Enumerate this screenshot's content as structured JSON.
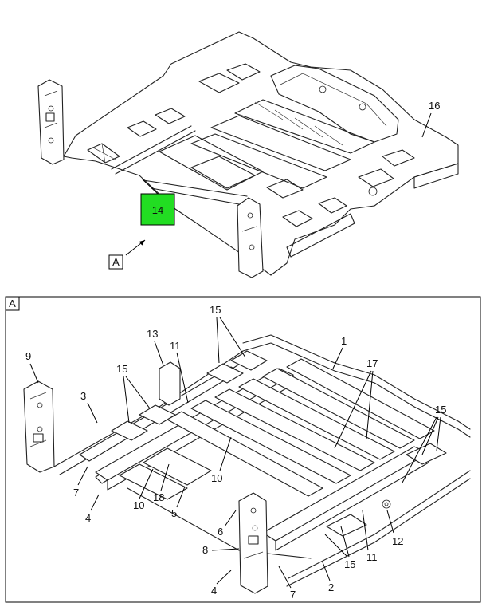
{
  "colors": {
    "highlight": "#22dd22",
    "line": "#222222",
    "frame": "#000000"
  },
  "top_view": {
    "view_ref": "A",
    "highlighted_callout": "14",
    "callouts": [
      "16"
    ]
  },
  "detail_view": {
    "frame_label": "A",
    "callouts": {
      "c1": "1",
      "c2": "2",
      "c3": "3",
      "c4a": "4",
      "c4b": "4",
      "c5": "5",
      "c6": "6",
      "c7a": "7",
      "c7b": "7",
      "c8": "8",
      "c9": "9",
      "c10a": "10",
      "c10b": "10",
      "c11a": "11",
      "c11b": "11",
      "c12": "12",
      "c13": "13",
      "c15a": "15",
      "c15b": "15",
      "c15c": "15",
      "c15d": "15",
      "c17": "17",
      "c18": "18"
    }
  }
}
